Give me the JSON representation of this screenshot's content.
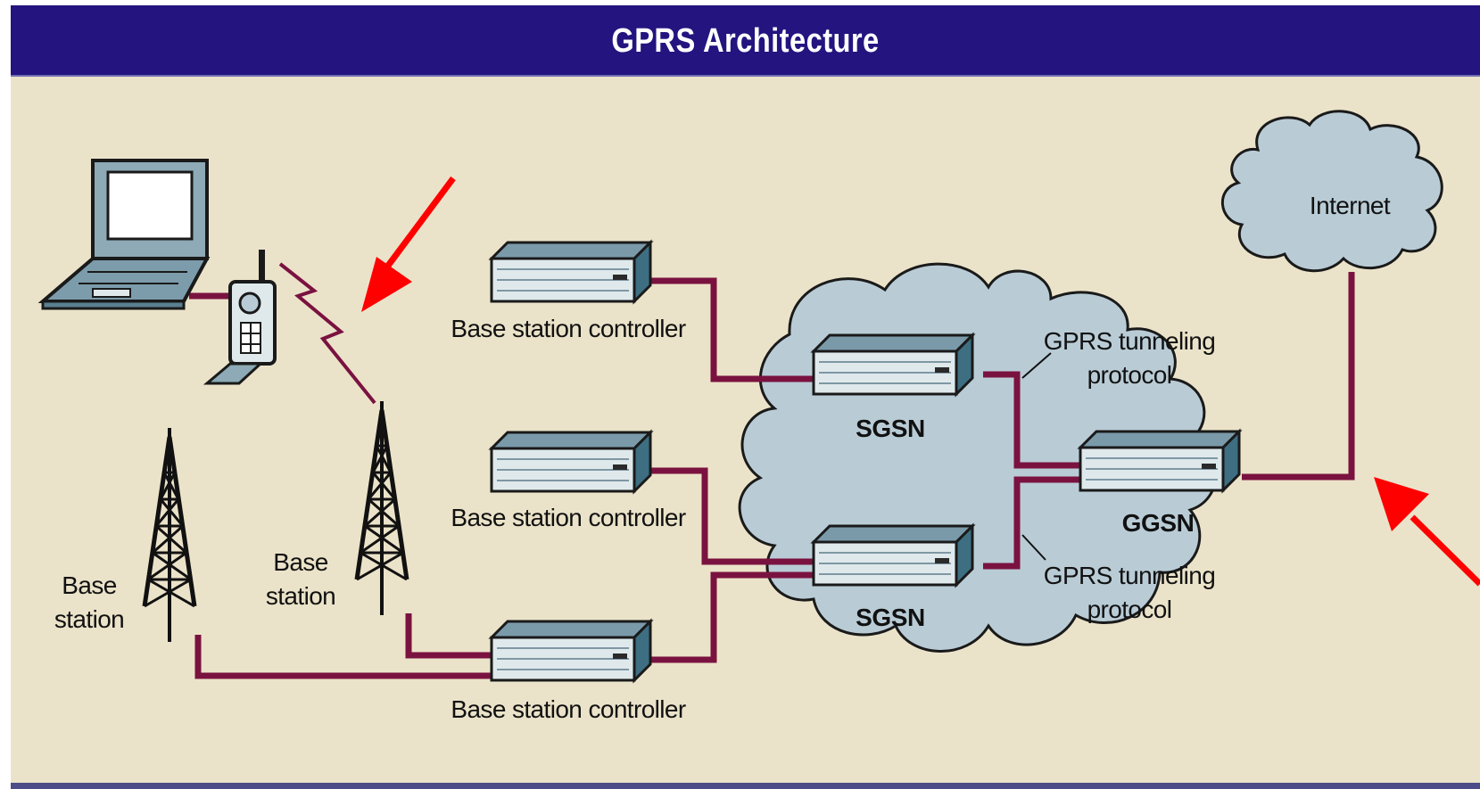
{
  "title": "GPRS Architecture",
  "labels": {
    "internet": "Internet",
    "bsc": "Base station controller",
    "sgsn": "SGSN",
    "ggsn": "GGSN",
    "gtp_line1": "GPRS tunneling",
    "gtp_line2": "protocol",
    "base_line1": "Base",
    "base_line2": "station"
  },
  "colors": {
    "header": "#231480",
    "background": "#ebe3c9",
    "link": "#7a1240",
    "cloud": "#b9ccd6",
    "annotation_arrow": "#ff0000"
  },
  "icons": [
    "laptop-icon",
    "mobile-phone-icon",
    "radio-link-icon",
    "antenna-tower-icon",
    "router-icon",
    "cloud-icon",
    "arrow-icon"
  ]
}
